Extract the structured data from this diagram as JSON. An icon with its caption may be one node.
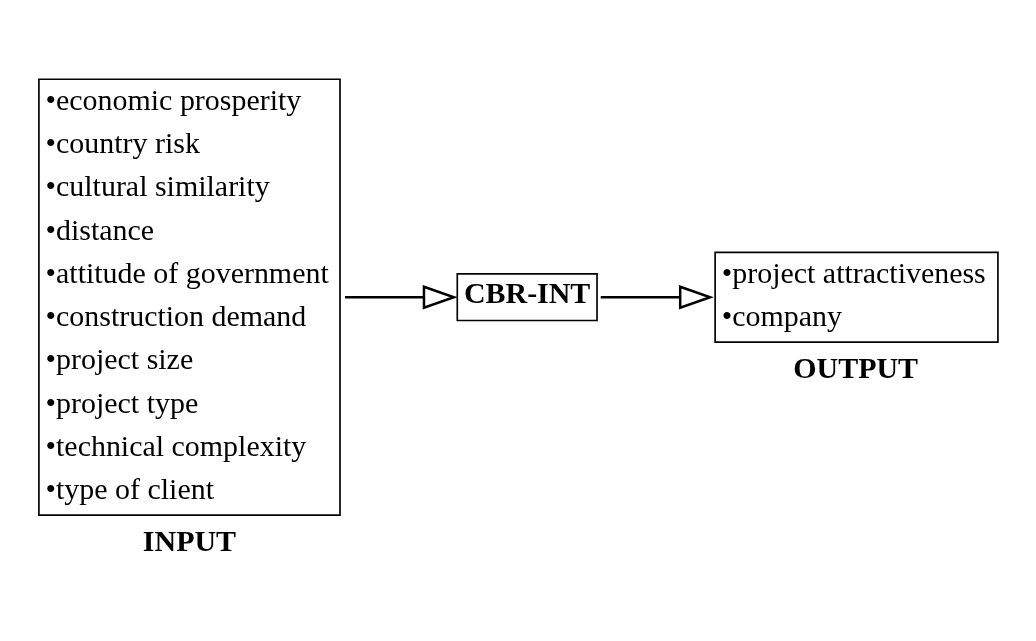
{
  "diagram": {
    "nodes": [
      {
        "text": [
          "•economic prosperity",
          "•country risk",
          "•cultural similarity",
          "•distance",
          "•attitude of government",
          "•construction demand",
          "•project size",
          "•project type",
          "•technical complexity",
          "•type of client"
        ],
        "beside": [
          "INPUT"
        ]
      },
      {
        "text": [
          "CBR-INT"
        ]
      },
      {
        "text": [
          "•project attractiveness",
          "•company"
        ],
        "beside": [
          "OUTPUT"
        ]
      }
    ],
    "edges": [
      {
        "from": 0,
        "to": 1,
        "arrow": "to"
      },
      {
        "from": 1,
        "to": 2,
        "arrow": "to"
      }
    ]
  }
}
